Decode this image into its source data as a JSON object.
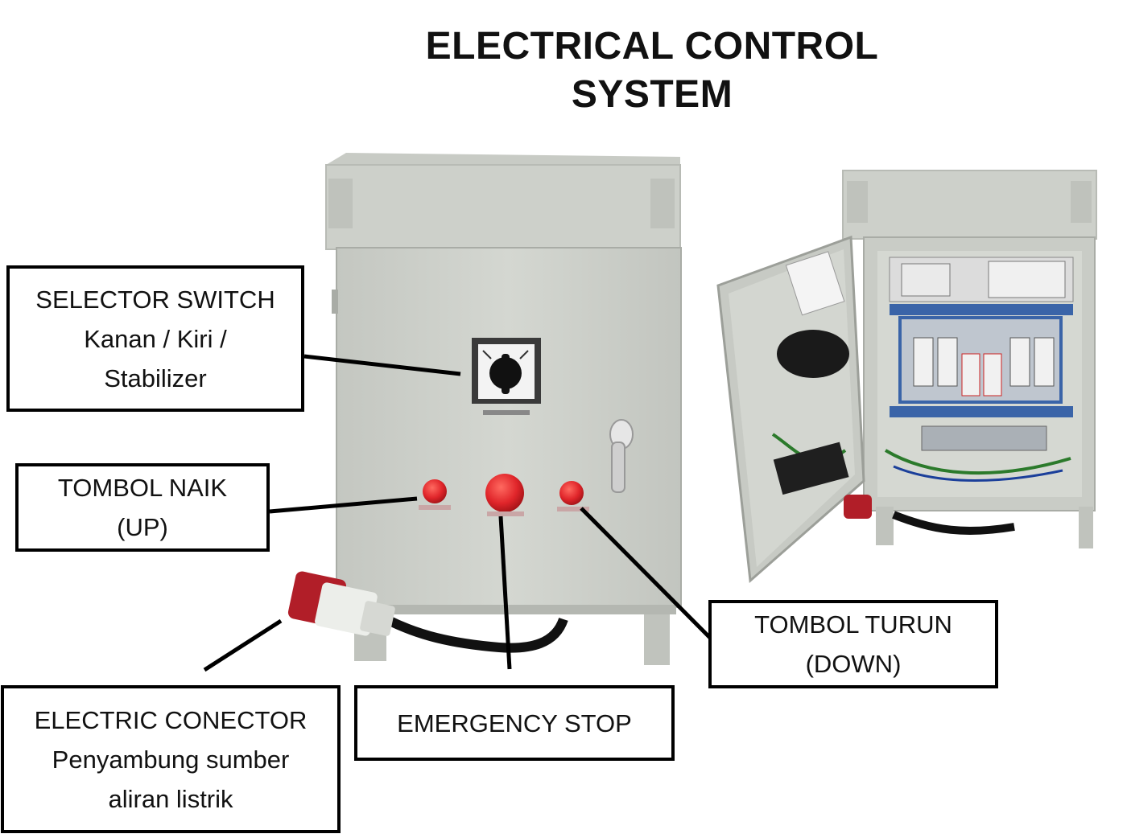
{
  "title": {
    "line1": "ELECTRICAL CONTROL",
    "line2": "SYSTEM"
  },
  "labels": {
    "selector": {
      "line1": "SELECTOR SWITCH",
      "line2": "Kanan / Kiri /",
      "line3": "Stabilizer"
    },
    "naik": {
      "line1": "TOMBOL NAIK",
      "line2": "(UP)"
    },
    "turun": {
      "line1": "TOMBOL TURUN",
      "line2": "(DOWN)"
    },
    "connector": {
      "line1": "ELECTRIC CONECTOR",
      "line2": "Penyambung sumber",
      "line3": "aliran listrik"
    },
    "emergency": {
      "line1": "EMERGENCY STOP"
    }
  },
  "colors": {
    "panel_gray": "#cfd2cc",
    "panel_dark": "#a9aca6",
    "button_red": "#e0252a",
    "connector_red": "#b11e28",
    "interior_blue": "#3a64a8"
  }
}
